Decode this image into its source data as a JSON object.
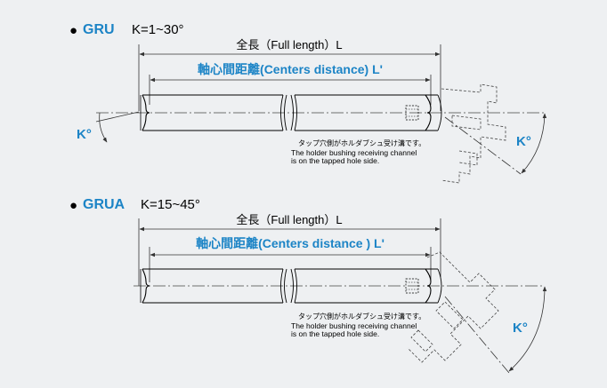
{
  "colors": {
    "background": "#eef0f2",
    "accent": "#1c84c6",
    "line": "#000000",
    "dim_line": "#333333"
  },
  "sections": [
    {
      "bullet": "●",
      "code": "GRU",
      "angle_range": "K=1~30°",
      "full_length_label": "全長（Full length）L",
      "centers_distance_label": "軸心間距離(Centers distance) L'",
      "angle_label": "K°",
      "note_jp": "タップ穴側がホルダブシュ受け溝です。",
      "note_en_1": "The holder bushing receiving channel",
      "note_en_2": "is on the tapped hole side."
    },
    {
      "bullet": "●",
      "code": "GRUA",
      "angle_range": "K=15~45°",
      "full_length_label": "全長（Full length）L",
      "centers_distance_label": "軸心間距離(Centers distance ) L'",
      "angle_label": "K°",
      "note_jp": "タップ穴側がホルダブシュ受け溝です。",
      "note_en_1": "The holder bushing receiving channel",
      "note_en_2": "is on the tapped hole side."
    }
  ]
}
